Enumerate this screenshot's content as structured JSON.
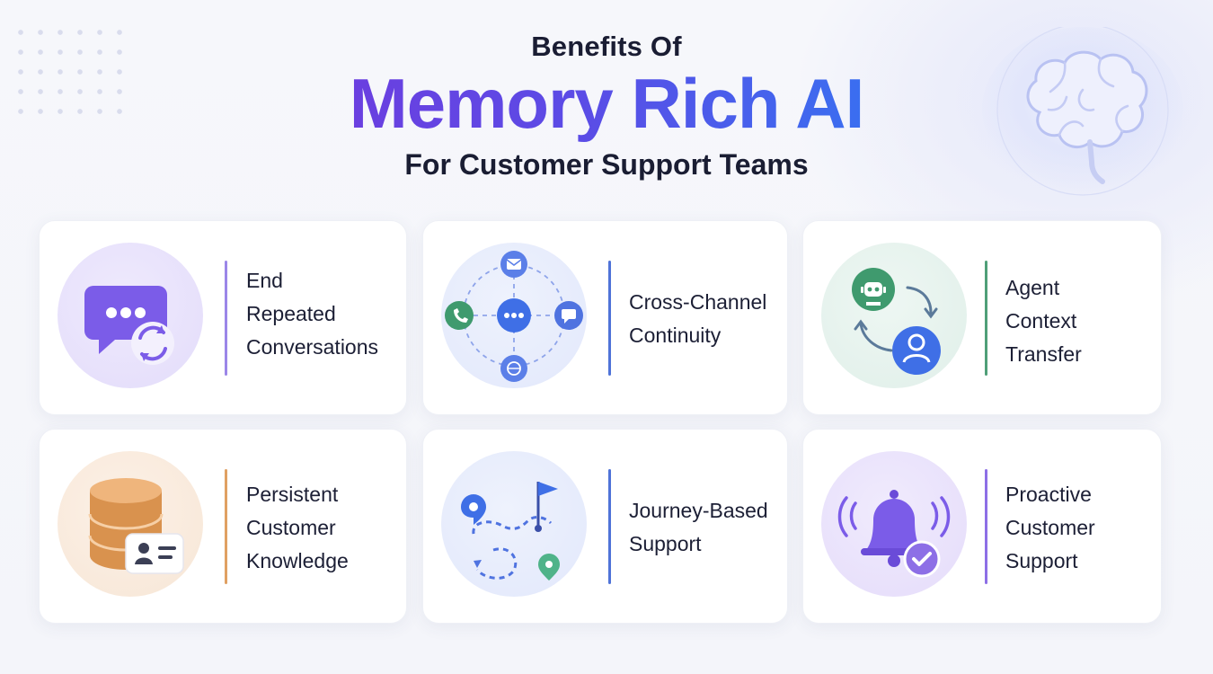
{
  "header": {
    "line1": "Benefits Of",
    "line2": "Memory Rich AI",
    "line3": "For Customer Support Teams"
  },
  "colors": {
    "accent_purple": "#7b5ce8",
    "accent_blue": "#3f6fe6",
    "accent_green": "#3f9a6e",
    "accent_orange": "#e2a15f",
    "text_dark": "#1c1f35"
  },
  "cards": [
    {
      "icon": "chat-refresh-icon",
      "lines": [
        "End",
        "Repeated",
        "Conversations"
      ],
      "divider_color": "#9b86e8"
    },
    {
      "icon": "omnichannel-hub-icon",
      "lines": [
        "Cross-Channel",
        "Continuity"
      ],
      "divider_color": "#4f73d8"
    },
    {
      "icon": "agent-handoff-icon",
      "lines": [
        "Agent",
        "Context",
        "Transfer"
      ],
      "divider_color": "#4f9f78"
    },
    {
      "icon": "database-profile-icon",
      "lines": [
        "Persistent",
        "Customer",
        "Knowledge"
      ],
      "divider_color": "#e0a062"
    },
    {
      "icon": "journey-map-icon",
      "lines": [
        "Journey-Based",
        "Support"
      ],
      "divider_color": "#4f73d8"
    },
    {
      "icon": "bell-check-icon",
      "lines": [
        "Proactive",
        "Customer",
        "Support"
      ],
      "divider_color": "#8d6fe6"
    }
  ]
}
